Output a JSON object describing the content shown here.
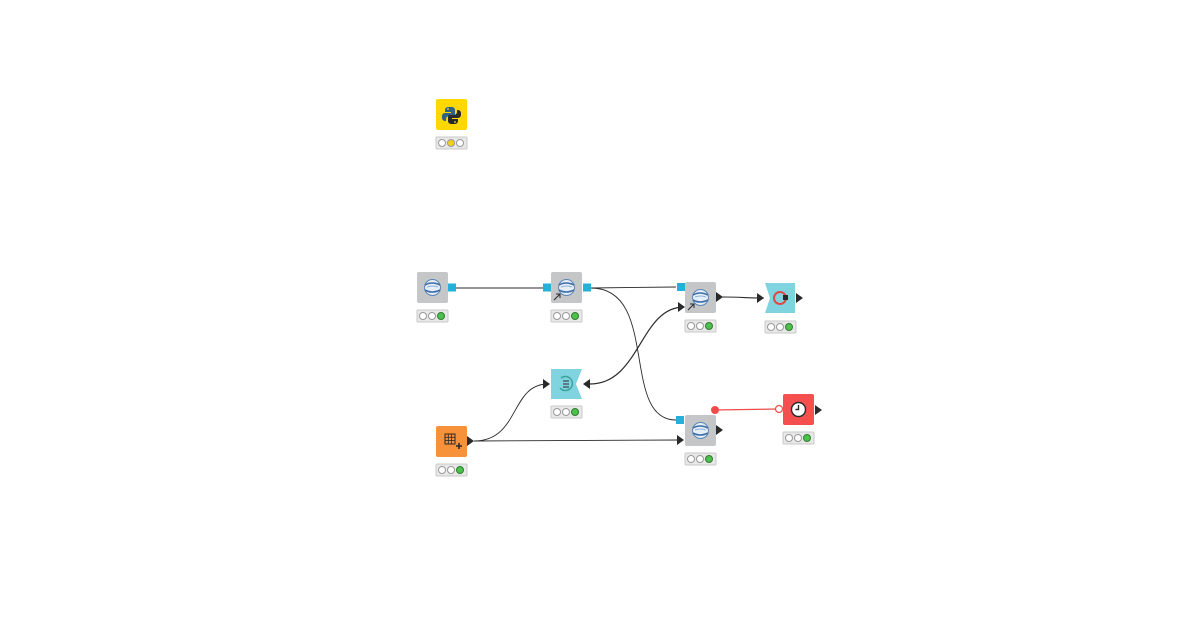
{
  "workflow": {
    "nodes": [
      {
        "id": "python-script",
        "kind": "python",
        "icon": "python-icon",
        "color": "#ffd800",
        "status": [
          "off",
          "yellow",
          "off"
        ]
      },
      {
        "id": "kafka-connector",
        "kind": "connector",
        "icon": "globe-icon",
        "color": "#c4c6c8",
        "status": [
          "off",
          "off",
          "green"
        ]
      },
      {
        "id": "db-table-selector",
        "kind": "connector",
        "icon": "globe-icon",
        "color": "#c4c6c8",
        "status": [
          "off",
          "off",
          "green"
        ]
      },
      {
        "id": "db-query",
        "kind": "connector",
        "icon": "globe-icon",
        "color": "#c4c6c8",
        "status": [
          "off",
          "off",
          "green"
        ]
      },
      {
        "id": "db-reader",
        "kind": "loop-end",
        "icon": "loop-end-icon",
        "color": "#7fd4df",
        "status": [
          "off",
          "off",
          "green"
        ]
      },
      {
        "id": "loop-start",
        "kind": "loop-start",
        "icon": "loop-start-icon",
        "color": "#7fd4df",
        "status": [
          "off",
          "off",
          "green"
        ]
      },
      {
        "id": "table-creator",
        "kind": "source",
        "icon": "table-creator-icon",
        "color": "#f7913a",
        "status": [
          "off",
          "off",
          "green"
        ]
      },
      {
        "id": "db-writer",
        "kind": "connector",
        "icon": "globe-icon",
        "color": "#c4c6c8",
        "status": [
          "off",
          "off",
          "green"
        ]
      },
      {
        "id": "wait-node",
        "kind": "flow-control",
        "icon": "clock-icon",
        "color": "#f54f4f",
        "status": [
          "off",
          "off",
          "green"
        ]
      }
    ],
    "colors": {
      "connection": "#2a2a2a",
      "db_port": "#23b0d9",
      "flow_variable": "#f04a4a",
      "status_green": "#4cc14c",
      "status_yellow": "#f2cf1e",
      "status_off": "#ffffff"
    }
  }
}
